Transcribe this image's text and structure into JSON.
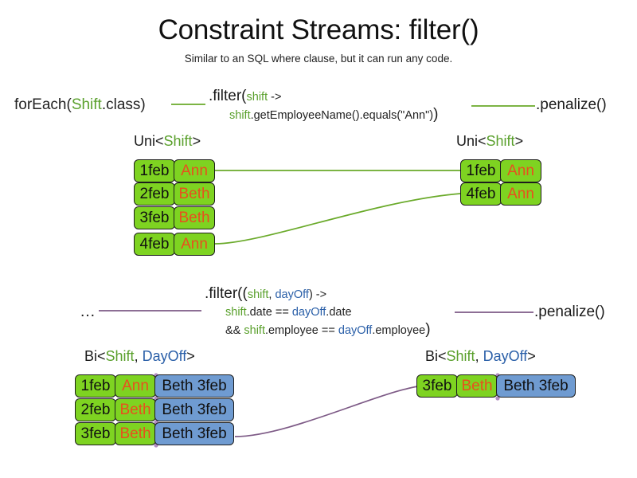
{
  "page": {
    "title": "Constraint Streams: filter()",
    "subtitle": "Similar to an SQL where clause, but it can run any code."
  },
  "colors": {
    "green_accent": "#5aa02c",
    "blue_accent": "#2a5fa8",
    "box_green": "#7ed321",
    "box_blue": "#6f9bd1",
    "name_orange": "#e8501e",
    "link_green": "#6aaa2a",
    "link_purple": "#7d5a86"
  },
  "uni_section": {
    "source_label": {
      "prefix": "forEach(",
      "type": "Shift",
      "suffix": ".class)"
    },
    "filter": {
      "line1_open": ".filter(",
      "line1_var": "shift",
      "line1_arrow": " ->",
      "line2_var": "shift",
      "line2_rest": ".getEmployeeName().equals(\"Ann\")",
      "line2_close": ")"
    },
    "penalize_label": ".penalize()",
    "input_type_label": {
      "prefix": "Uni<",
      "type1": "Shift",
      "suffix": ">"
    },
    "output_type_label": {
      "prefix": "Uni<",
      "type1": "Shift",
      "suffix": ">"
    },
    "input_rows": [
      {
        "date": "1feb",
        "name": "Ann"
      },
      {
        "date": "2feb",
        "name": "Beth"
      },
      {
        "date": "3feb",
        "name": "Beth"
      },
      {
        "date": "4feb",
        "name": "Ann"
      }
    ],
    "output_rows": [
      {
        "date": "1feb",
        "name": "Ann"
      },
      {
        "date": "4feb",
        "name": "Ann"
      }
    ]
  },
  "bi_section": {
    "source_label": "…",
    "filter": {
      "line1_open": ".filter((",
      "line1_var1": "shift",
      "line1_comma": ", ",
      "line1_var2": "dayOff",
      "line1_arrow": ") ->",
      "line2_var1": "shift",
      "line2_mid": ".date == ",
      "line2_var2": "dayOff",
      "line2_rest": ".date",
      "line3_and": "&& ",
      "line3_var1": "shift",
      "line3_mid": ".employee == ",
      "line3_var2": "dayOff",
      "line3_rest": ".employee",
      "line3_close": ")"
    },
    "penalize_label": ".penalize()",
    "input_type_label": {
      "prefix": "Bi<",
      "type1": "Shift",
      "comma": ", ",
      "type2": "DayOff",
      "suffix": ">"
    },
    "output_type_label": {
      "prefix": "Bi<",
      "type1": "Shift",
      "comma": ", ",
      "type2": "DayOff",
      "suffix": ">"
    },
    "input_rows": [
      {
        "date": "1feb",
        "name": "Ann",
        "dayoff": "Beth 3feb"
      },
      {
        "date": "2feb",
        "name": "Beth",
        "dayoff": "Beth 3feb"
      },
      {
        "date": "3feb",
        "name": "Beth",
        "dayoff": "Beth 3feb"
      }
    ],
    "output_rows": [
      {
        "date": "3feb",
        "name": "Beth",
        "dayoff": "Beth 3feb"
      }
    ]
  }
}
